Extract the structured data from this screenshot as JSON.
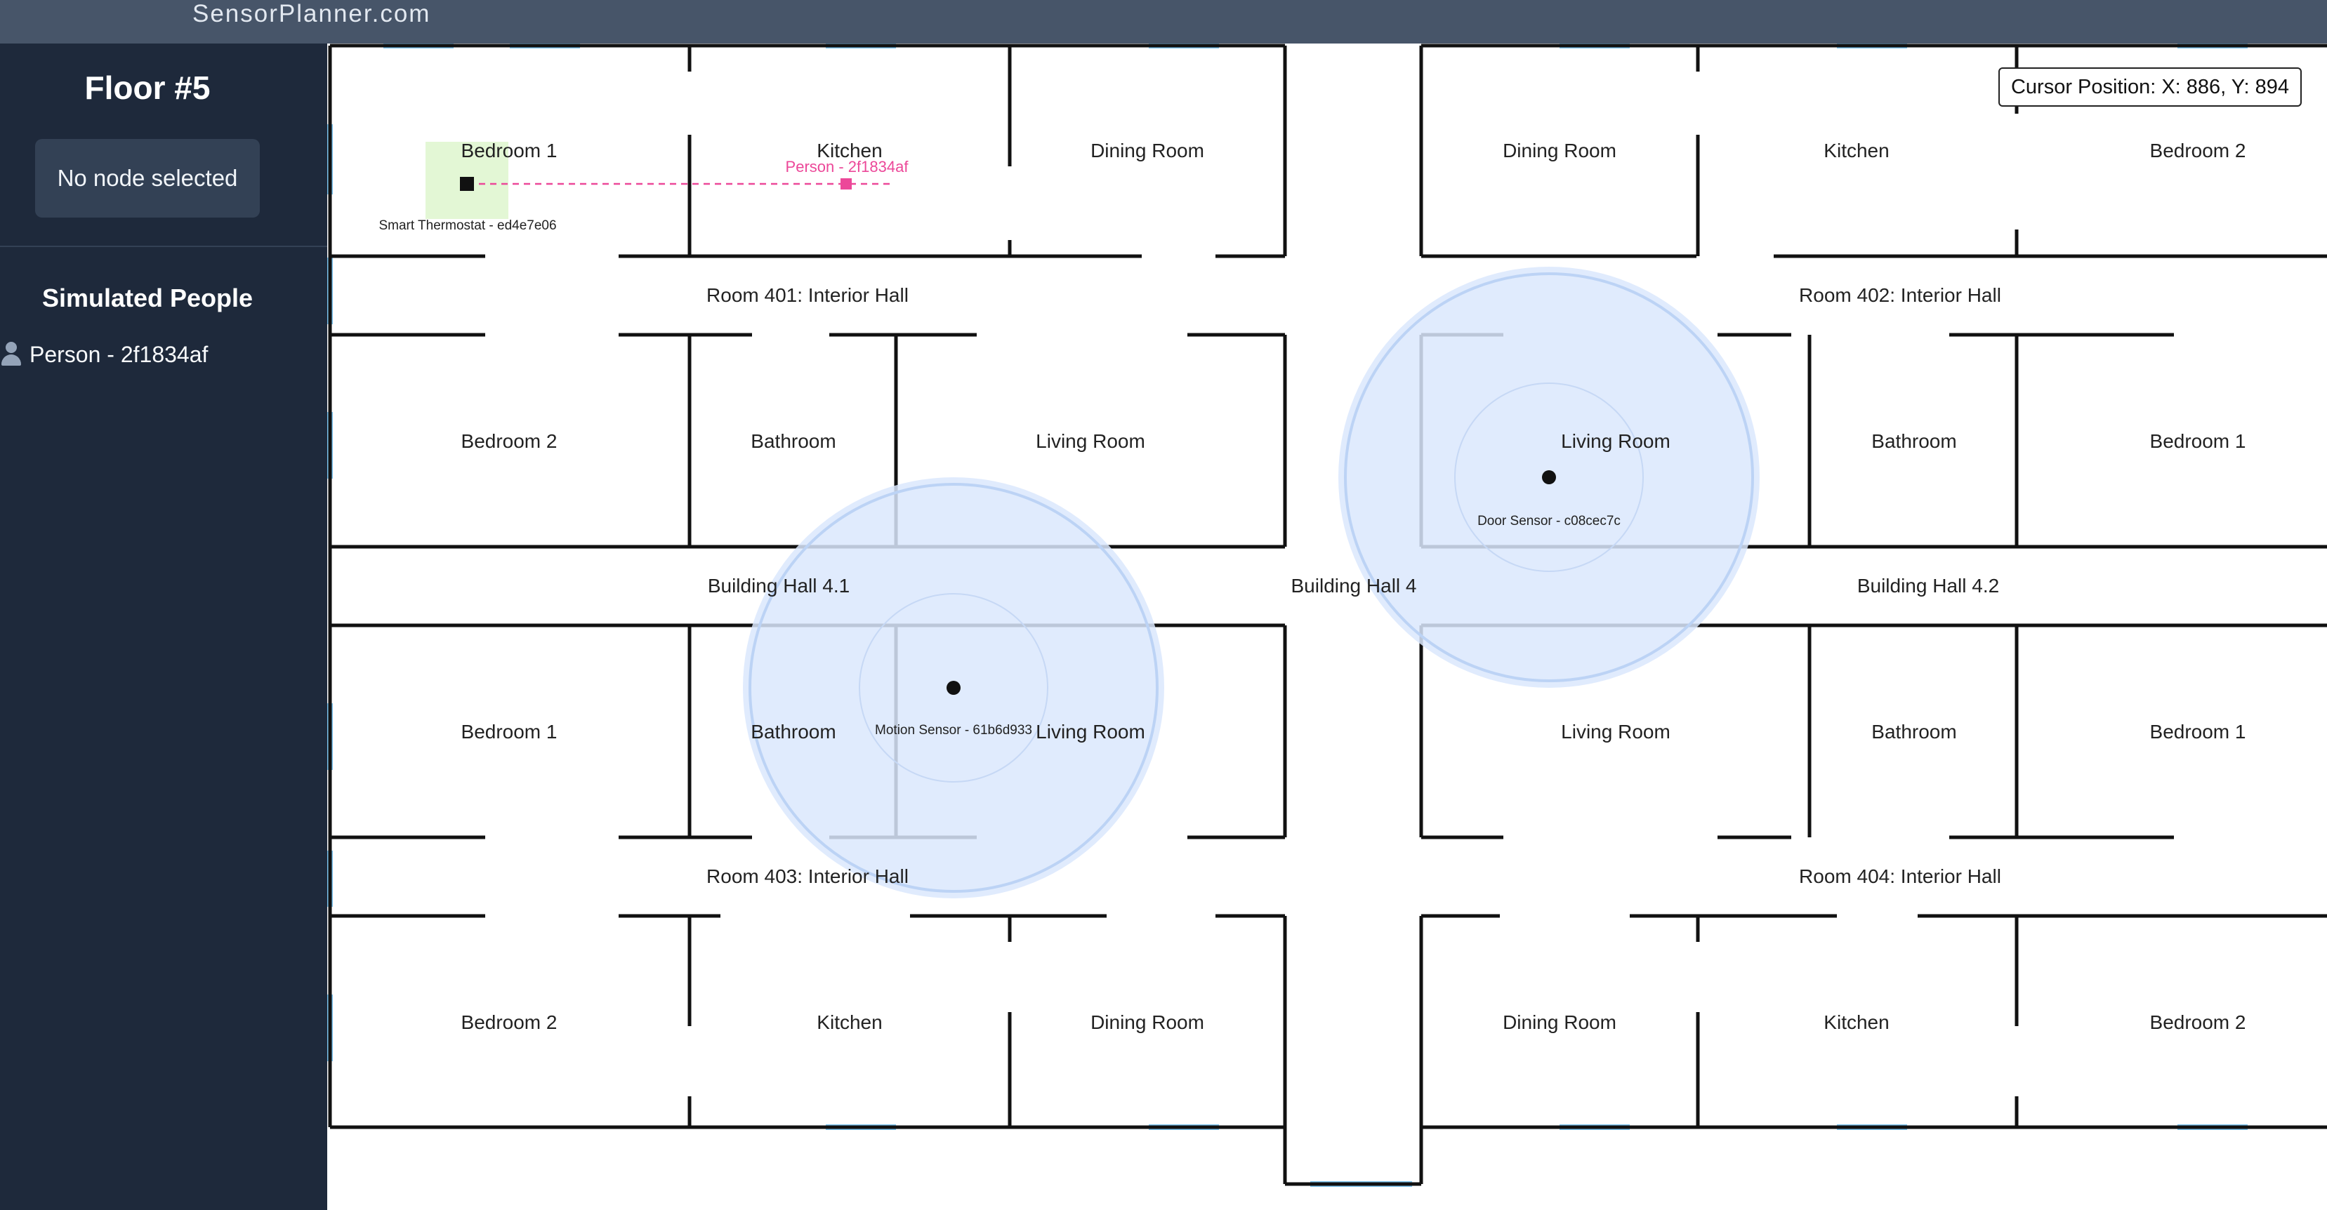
{
  "app": {
    "brand": "SensorPlanner.com"
  },
  "sidebar": {
    "floor_title": "Floor #5",
    "node_status": "No node selected",
    "people_title": "Simulated People",
    "people": [
      {
        "label": "Person - 2f1834af",
        "icon": "person-icon"
      }
    ]
  },
  "cursor": {
    "label": "Cursor Position: X: 886, Y: 894"
  },
  "floorplan": {
    "rooms": {
      "r1_bed1": "Bedroom 1",
      "r1_kitchen": "Kitchen",
      "r1_dining": "Dining Room",
      "r2_dining": "Dining Room",
      "r2_kitchen": "Kitchen",
      "r2_bed2": "Bedroom 2",
      "hall401": "Room 401: Interior Hall",
      "hall402": "Room 402: Interior Hall",
      "r1_bed2": "Bedroom 2",
      "r1_bath": "Bathroom",
      "r1_living": "Living Room",
      "r2_living": "Living Room",
      "r2_bath": "Bathroom",
      "r2_bed1": "Bedroom 1",
      "bhall41": "Building Hall 4.1",
      "bhall4": "Building Hall 4",
      "bhall42": "Building Hall 4.2",
      "r3_bed1": "Bedroom 1",
      "r3_bath": "Bathroom",
      "r3_living": "Living Room",
      "r4_living": "Living Room",
      "r4_bath": "Bathroom",
      "r4_bed1": "Bedroom 1",
      "hall403": "Room 403: Interior Hall",
      "hall404": "Room 404: Interior Hall",
      "r3_bed2": "Bedroom 2",
      "r3_kitchen": "Kitchen",
      "r3_dining": "Dining Room",
      "r4_dining": "Dining Room",
      "r4_kitchen": "Kitchen",
      "r4_bed2": "Bedroom 2"
    },
    "sensors": {
      "thermostat": "Smart Thermostat - ed4e7e06",
      "door": "Door Sensor - c08cec7c",
      "motion": "Motion Sensor - 61b6d933"
    },
    "person": "Person - 2f1834af",
    "colors": {
      "wall": "#111111",
      "window": "#7cc4ee",
      "sensor_range": "#dbe8fd",
      "sensor_ring": "#bcd3f5",
      "thermostat_zone": "#e3f7d5",
      "person": "#ec4899"
    }
  }
}
